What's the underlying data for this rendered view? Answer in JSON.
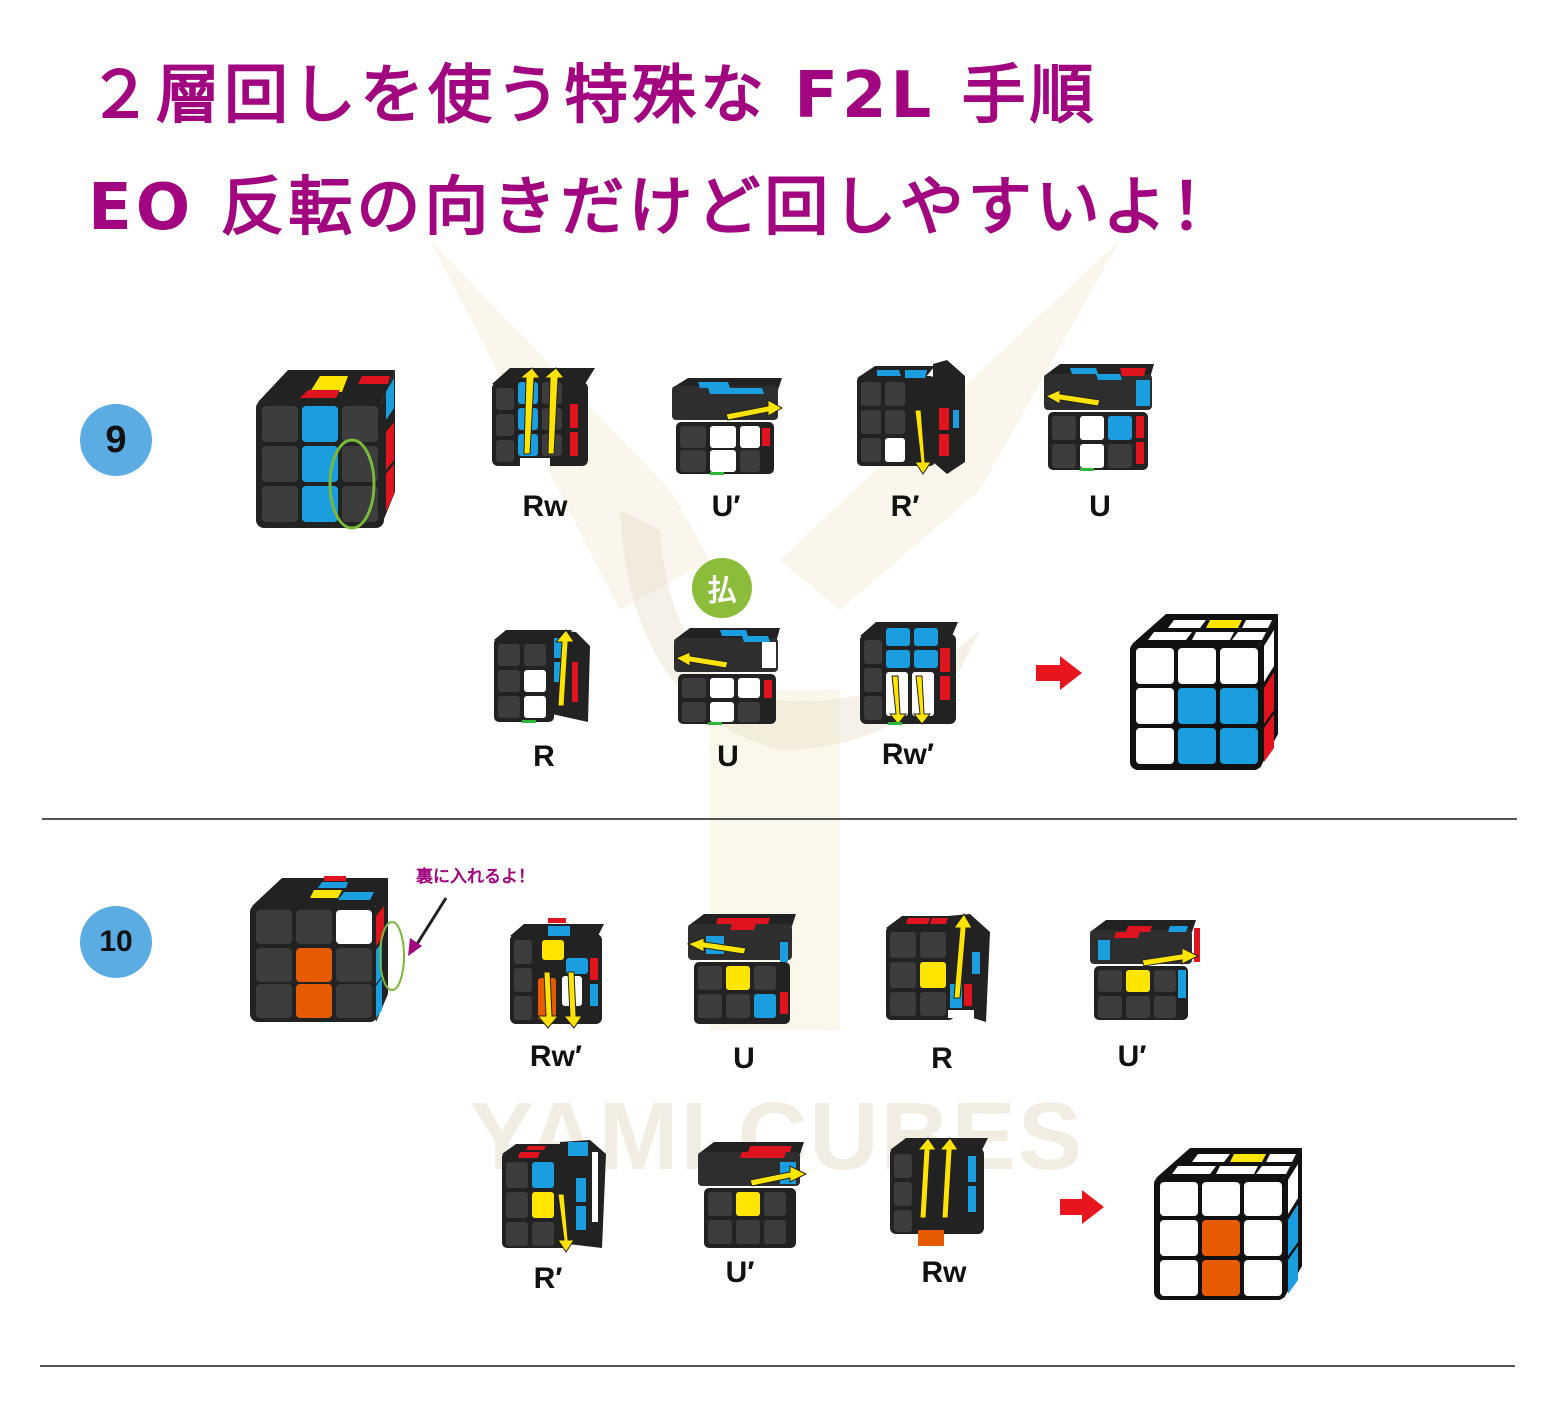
{
  "header": {
    "title_line1": "２層回しを使う特殊な F2L 手順",
    "title_line2": "EO 反転の向きだけど回しやすいよ！",
    "title_color": "#a1057f"
  },
  "watermark": {
    "text": "YAMI CUBES"
  },
  "colors": {
    "cube_body": "#2e2e2e",
    "sticker_dark": "#3d3d3d",
    "white": "#ffffff",
    "blue": "#1a9ee0",
    "red": "#e0141e",
    "yellow": "#ffe500",
    "orange": "#e65a00",
    "green_marker": "#7ab83a",
    "arrow_yellow": "#ffe400",
    "badge_blue": "#5aace3",
    "harai_green": "#8bbd3a",
    "result_arrow": "#e8141e"
  },
  "cases": [
    {
      "number": "9",
      "row1_moves": [
        "Rw",
        "U′",
        "R′",
        "U"
      ],
      "row2_moves": [
        "R",
        "U",
        "Rw′"
      ],
      "harai_badge": "払",
      "harai_on_move_index": 1
    },
    {
      "number": "10",
      "note": "裏に入れるよ！",
      "row1_moves": [
        "Rw′",
        "U",
        "R",
        "U′"
      ],
      "row2_moves": [
        "R′",
        "U′",
        "Rw"
      ]
    }
  ]
}
